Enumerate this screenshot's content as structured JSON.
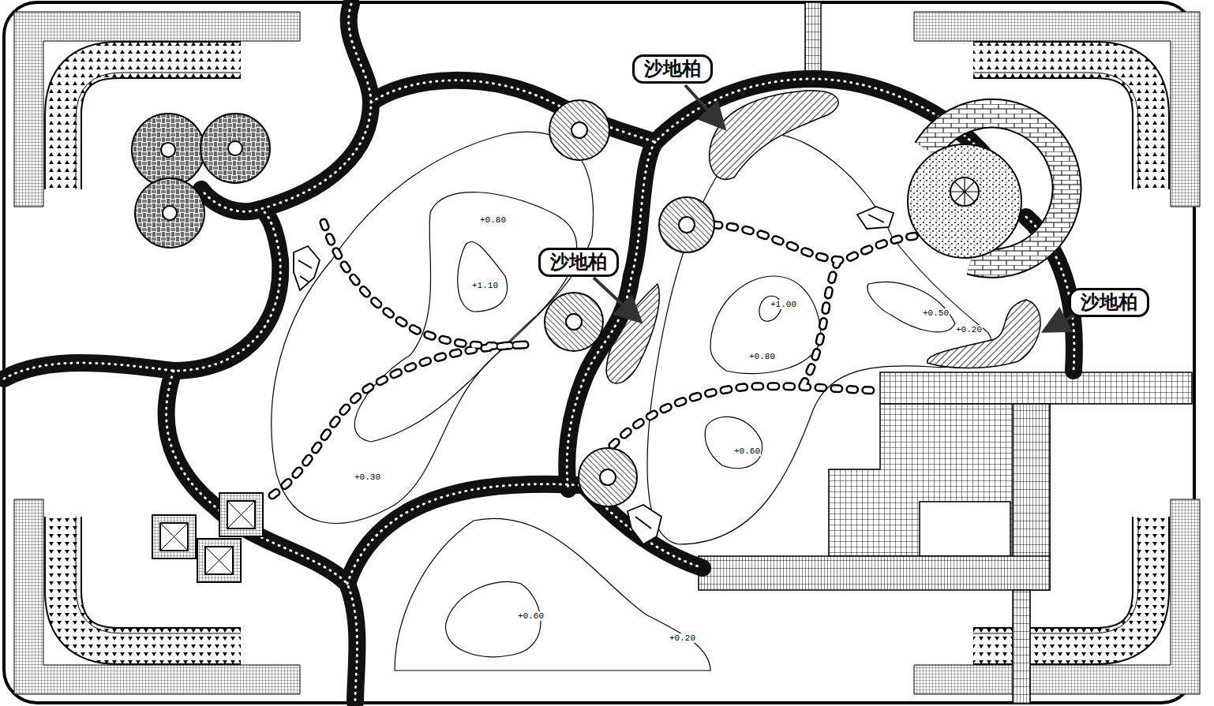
{
  "diagram": {
    "nodes": [
      {
        "text": [
          "沙地柏"
        ]
      },
      {
        "text": [
          "沙地柏"
        ]
      },
      {
        "text": [
          "沙地柏"
        ]
      }
    ],
    "labels": [
      "+0.80",
      "+1.10",
      "+0.30",
      "+1.00",
      "+0.80",
      "+0.50",
      "+0.20",
      "+0.60",
      "+0.60",
      "+0.20"
    ]
  }
}
